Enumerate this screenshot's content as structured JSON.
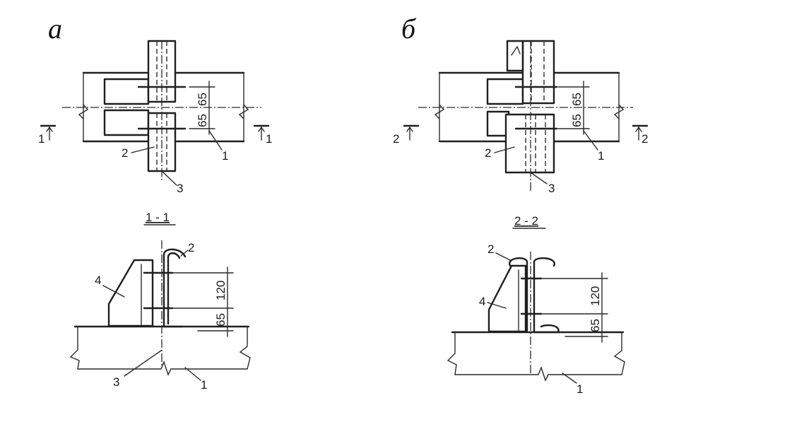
{
  "panels": [
    {
      "letter": "а",
      "section_title": "1 - 1",
      "section_mark": "1",
      "dims_plan": [
        "65",
        "65"
      ],
      "dims_section": [
        "120",
        "65"
      ],
      "callouts": {
        "one": "1",
        "two": "2",
        "three": "3",
        "four": "4"
      }
    },
    {
      "letter": "б",
      "section_title": "2 - 2",
      "section_mark": "2",
      "dims_plan": [
        "65",
        "65"
      ],
      "dims_section": [
        "120",
        "65"
      ],
      "callouts": {
        "one": "1",
        "two": "2",
        "three": "3",
        "four": "4"
      }
    }
  ]
}
